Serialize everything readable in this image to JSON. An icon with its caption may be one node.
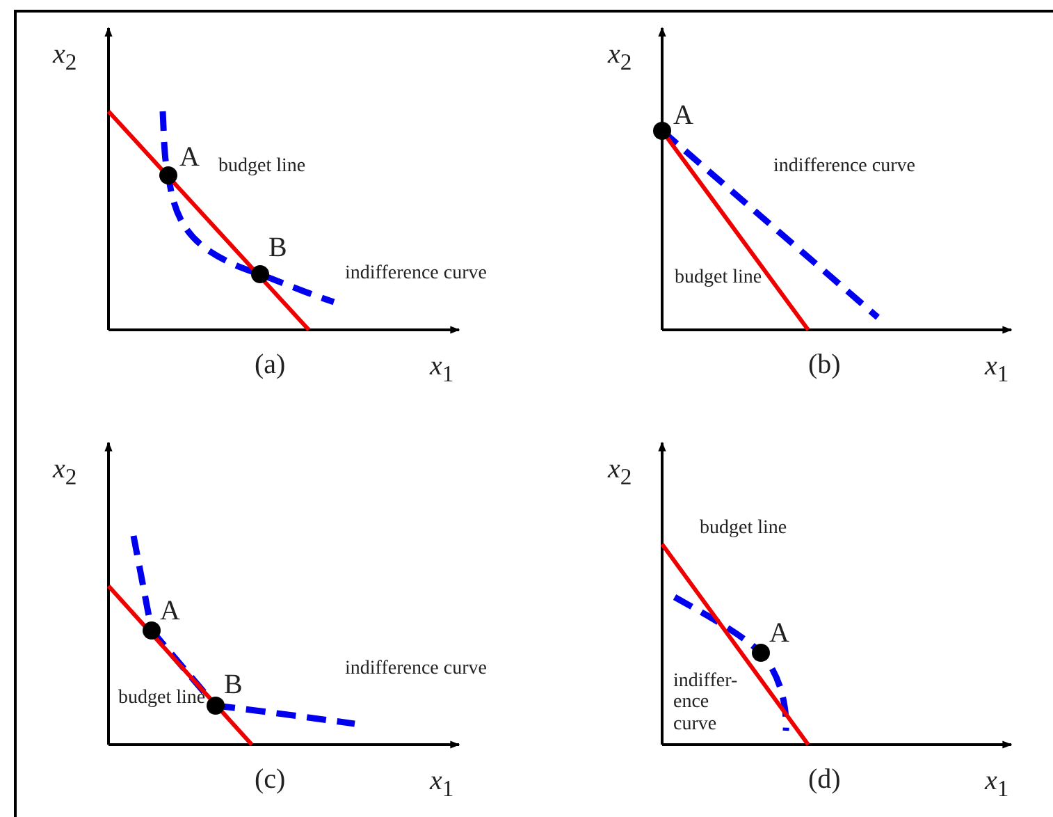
{
  "diagram": {
    "labels": [
      "*x*$_{2}$",
      "A",
      "budget line",
      "B",
      "indifference curve",
      "(a)",
      "*x*$_{1}$",
      "*x*$_{2}$",
      "A",
      "indifference curve",
      "budget line",
      "(b)",
      "*x*$_{1}$",
      "*x*$_{2}$",
      "A",
      "B",
      "indifference curve",
      "budget line",
      "(c)",
      "*x*$_{1}$",
      "*x*$_{2}$",
      "budget line",
      "A",
      "indiffer- ence curve",
      "(d)",
      "*x*$_{1}$"
    ]
  }
}
